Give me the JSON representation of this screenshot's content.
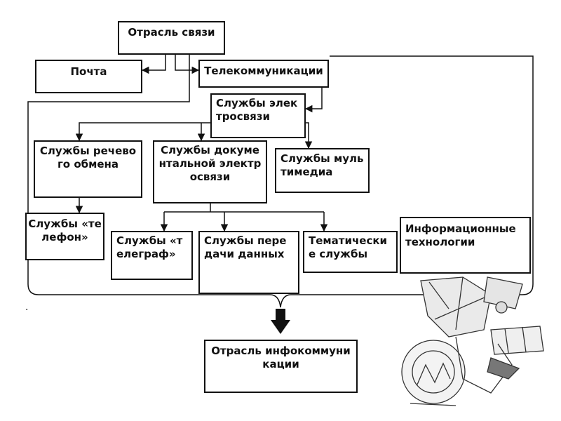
{
  "nodes": {
    "otrasl_svyazi": "Отрасль связи",
    "pochta": "Почта",
    "telekom": "Телекоммуникации",
    "sluzhby_elektrosvyazi": "Службы электросвязи",
    "rechevoy": "Службы речевого обмена",
    "dokumentalnoy": "Службы документальной электросвязи",
    "multimedia": "Службы мультимедиа",
    "telefon": "Службы «телефон»",
    "telegraf": "Службы «телеграф»",
    "peredachi": "Службы передачи данных",
    "tematicheskie": "Тематические службы",
    "it": "Информационные технологии",
    "infokom": "Отрасль инфокоммуникации"
  }
}
